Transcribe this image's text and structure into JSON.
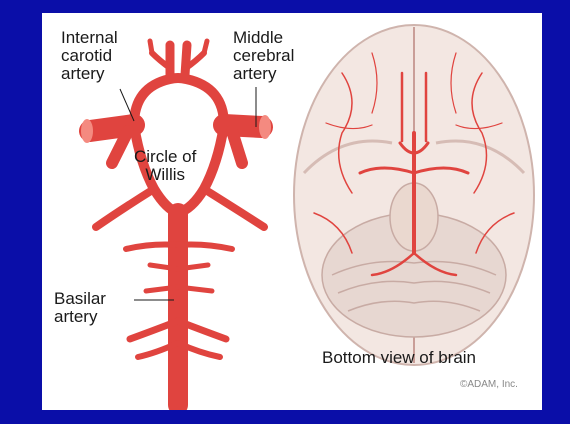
{
  "labels": {
    "internal_carotid": "Internal\ncarotid\nartery",
    "middle_cerebral": "Middle\ncerebral\nartery",
    "circle_of_willis": "Circle of\nWillis",
    "basilar": "Basilar\nartery",
    "bottom_view": "Bottom view of brain"
  },
  "copyright": "©ADAM, Inc.",
  "colors": {
    "frame": "#0a0ea8",
    "artery": "#e84a4a",
    "artery_light": "#f48a80",
    "brain": "#f3e7e2"
  }
}
